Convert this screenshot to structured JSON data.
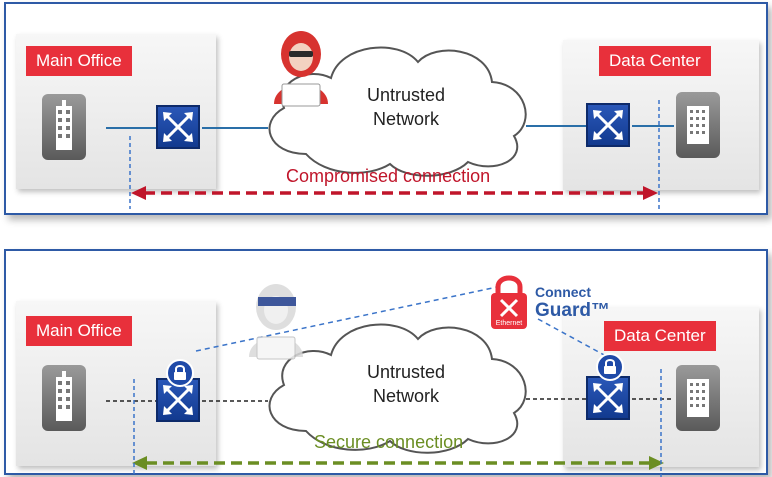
{
  "top": {
    "left_site": "Main Office",
    "right_site": "Data Center",
    "cloud_line1": "Untrusted",
    "cloud_line2": "Network",
    "connection_label": "Compromised connection"
  },
  "bottom": {
    "left_site": "Main Office",
    "right_site": "Data Center",
    "cloud_line1": "Untrusted",
    "cloud_line2": "Network",
    "connection_label": "Secure connection",
    "logo_line1": "Connect",
    "logo_line2": "Guard™",
    "logo_badge": "Ethernet"
  },
  "colors": {
    "panel_border": "#2e5aa6",
    "label_red": "#e8303b",
    "compromised": "#c0152a",
    "secure": "#6b8e23",
    "switch_blue": "#1f4aa8"
  },
  "icons": [
    "building-icon",
    "network-switch-icon",
    "cloud-icon",
    "hacker-icon",
    "padlock-icon",
    "connectguard-logo-icon"
  ]
}
